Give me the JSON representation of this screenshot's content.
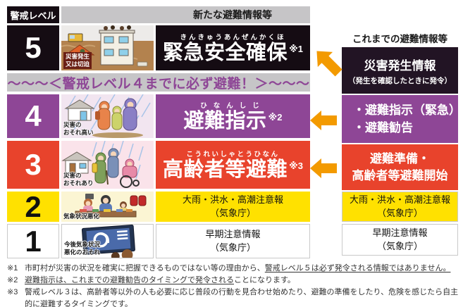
{
  "header": {
    "level_label": "警戒レベル",
    "new_info_label": "新たな避難情報等"
  },
  "banner": {
    "text": "～～～＜警戒レベル４までに必ず避難！＞～～～"
  },
  "levels": [
    {
      "number": "5",
      "caption": "災害発生\n又は切迫",
      "ruby": "きんきゅうあんぜんかくほ",
      "main": "緊急安全確保",
      "note_ref": "※1"
    },
    {
      "number": "4",
      "caption": "災害の\nおそれ高い",
      "ruby": "ひなんしじ",
      "main": "避難指示",
      "note_ref": "※2"
    },
    {
      "number": "3",
      "caption": "災害の\nおそれあり",
      "ruby": "こうれいしゃとうひなん",
      "main": "高齢者等避難",
      "note_ref": "※3"
    },
    {
      "number": "2",
      "caption": "気象状況悪化",
      "line1": "大雨・洪水・高潮注意報",
      "line2": "（気象庁）"
    },
    {
      "number": "1",
      "caption": "今後気象状況\n悪化のおそれ",
      "line1": "早期注意情報",
      "line2": "（気象庁）"
    }
  ],
  "right_column": {
    "header": "これまでの避難情報等",
    "disaster_box": {
      "line1": "災害発生情報",
      "line2": "（発生を確認したときに発令）"
    },
    "order_box": {
      "line1": "・避難指示（緊急）",
      "line2": "・避難勧告"
    },
    "prepare_box": {
      "line1": "避難準備・",
      "line2": "高齢者等避難開始"
    },
    "advisory_box": {
      "line1": "大雨・洪水・高潮注意報",
      "line2": "（気象庁）"
    },
    "early_box": {
      "line1": "早期注意情報",
      "line2": "（気象庁）"
    }
  },
  "footnotes": [
    {
      "marker": "※1",
      "pre": "市町村が災害の状況を確実に把握できるものではない等の理由から、",
      "underlined": "警戒レベル５は必ず発令される情報ではありません。",
      "post": ""
    },
    {
      "marker": "※2",
      "pre": "",
      "underlined": "避難指示は、これまでの避難勧告のタイミングで発令される",
      "post": "ことになります。"
    },
    {
      "marker": "※3",
      "pre": "警戒レベル３は、高齢者等以外の人も必要に応じ普段の行動を見合わせ始めたり、避難の準備をしたり、危険を感じたら自主的に避難するタイミングです。",
      "underlined": "",
      "post": ""
    }
  ],
  "colors": {
    "level5_bg": "#150c13",
    "level4_bg": "#8e4696",
    "level3_bg": "#e8432c",
    "level2_bg": "#ffe100",
    "level1_bg": "#ffffff",
    "banner_bg": "#c6c5c7",
    "banner_text": "#8e4696",
    "header_strip_bg": "#c6c5c7",
    "arrow": "#f39a00",
    "right_dark_box_bg": "#221424"
  }
}
